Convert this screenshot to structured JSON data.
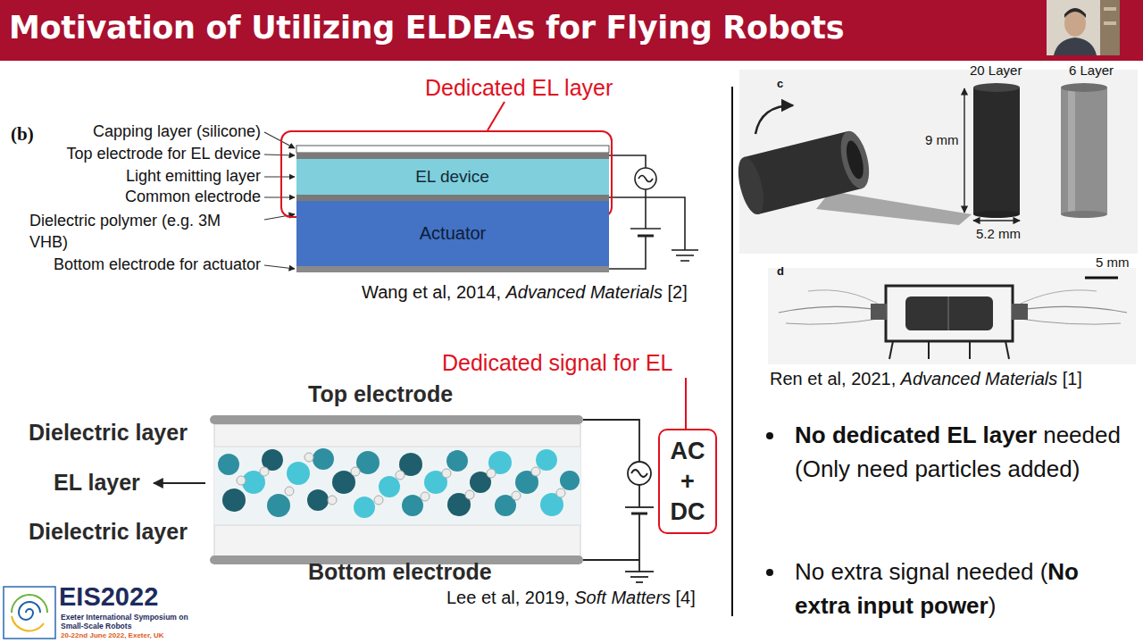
{
  "diagram": {
    "title": "Motivation of Utilizing ELDEAs for Flying Robots",
    "nodes": [
      {
        "text": [
          "Dedicated EL layer"
        ]
      },
      {
        "text": [
          "EL device"
        ],
        "in": 0
      },
      {
        "text": [
          "Actuator"
        ]
      },
      {
        "text": [
          "Dedicated signal for EL",
          "AC + DC"
        ]
      }
    ],
    "labels": [
      "(b)",
      "Capping layer (silicone)",
      "Top electrode for EL device",
      "Light emitting layer",
      "Common electrode",
      "Dielectric polymer (e.g. 3M VHB)",
      "Bottom electrode for actuator",
      "Wang et al, 2014,",
      "Advanced Materials",
      "[2]",
      "Top electrode",
      "Dielectric layer",
      "EL layer",
      "Dielectric layer",
      "Bottom electrode",
      "Lee et al, 2019,",
      "Soft Matters",
      "[4]",
      "c",
      "20 Layer",
      "6 Layer",
      "9 mm",
      "5.2 mm",
      "d",
      "5 mm",
      "Ren et al, 2021,",
      "Advanced Materials",
      "[1]",
      "No dedicated EL layer",
      "needed (Only need particles added)",
      "No extra signal needed (",
      "No extra input power",
      ")",
      "EIS2022",
      "Exeter International Symposium on Small-Scale Robots",
      "20-22nd June 2022, Exeter, UK"
    ]
  }
}
